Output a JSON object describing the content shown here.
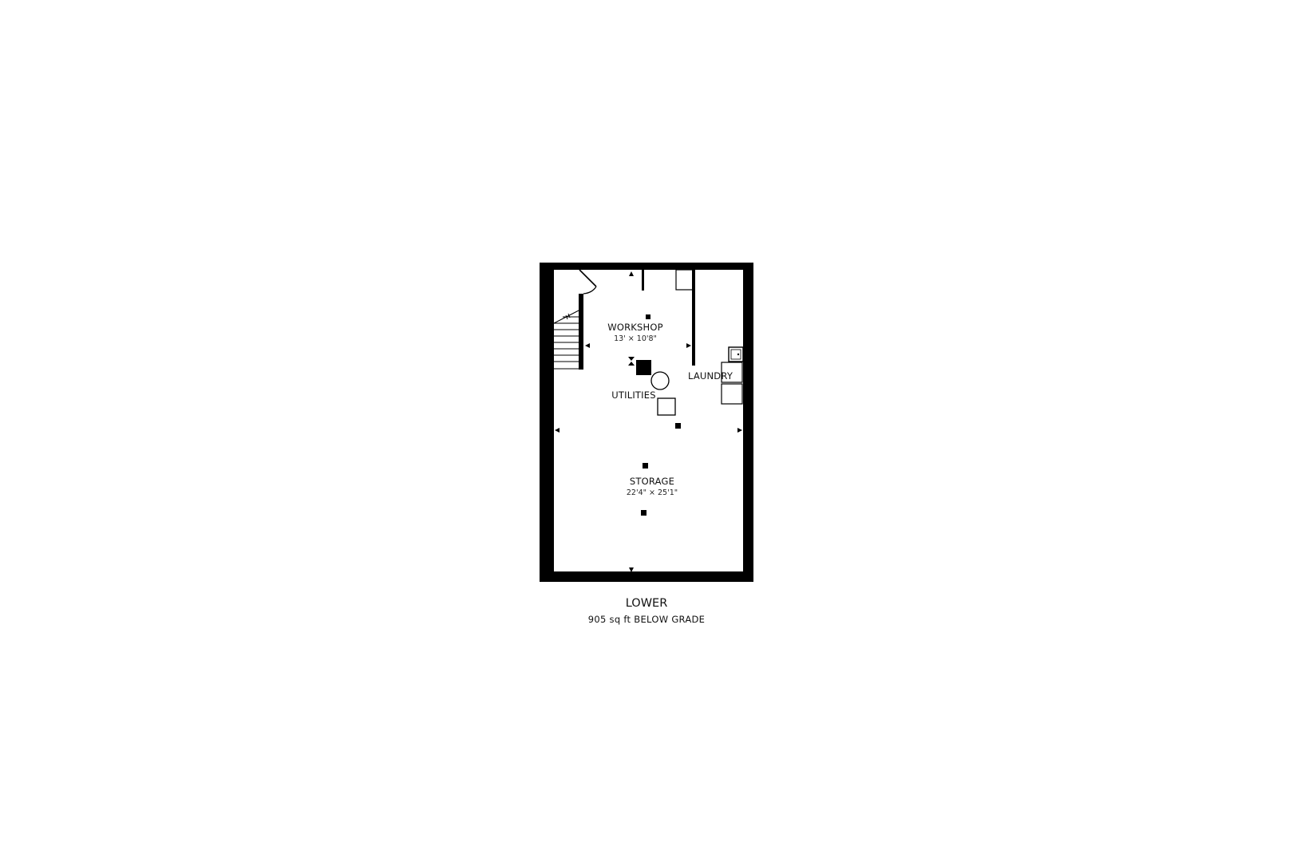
{
  "floor": {
    "name": "LOWER",
    "summary": "905 sq ft BELOW GRADE"
  },
  "rooms": [
    {
      "name": "WORKSHOP",
      "dimensions": "13' × 10'8\""
    },
    {
      "name": "UTILITIES",
      "dimensions": ""
    },
    {
      "name": "LAUNDRY",
      "dimensions": ""
    },
    {
      "name": "STORAGE",
      "dimensions": "22'4\" × 25'1\""
    }
  ],
  "symbols": {
    "stairs": "stairs-icon",
    "door": "door-swing-icon",
    "columns": "column-post-icon",
    "furnace": "furnace-icon",
    "water_heater": "water-heater-icon",
    "utility_box": "utility-box-icon",
    "sink": "laundry-sink-icon",
    "washer": "washer-icon",
    "dryer": "dryer-icon",
    "dimension_markers": "dimension-arrow-icon"
  },
  "colors": {
    "wall": "#000000",
    "background": "#ffffff",
    "text": "#111111"
  }
}
